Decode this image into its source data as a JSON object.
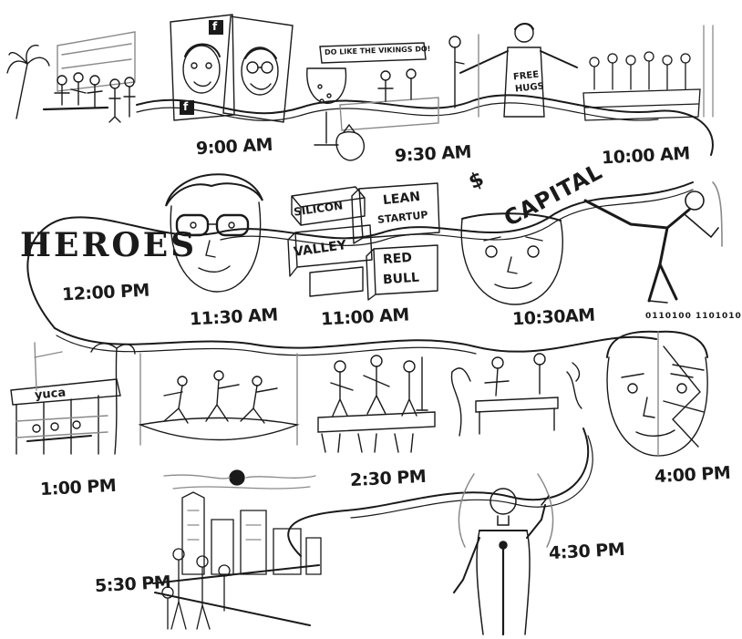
{
  "colors": {
    "ink": "#1a1a1a",
    "paper": "#ffffff",
    "shade": "#8a8a8a"
  },
  "times": {
    "t0900": "9:00 AM",
    "t0930": "9:30 AM",
    "t1000": "10:00 AM",
    "t1030": "10:30AM",
    "t1100": "11:00 AM",
    "t1130": "11:30 AM",
    "t1200": "12:00 PM",
    "t1300": "1:00 PM",
    "t1430": "2:30 PM",
    "t1600": "4:00 PM",
    "t1630": "4:30 PM",
    "t1730": "5:30 PM"
  },
  "signs": {
    "vikings": "DO LIKE THE VIKINGS DO!",
    "free_hugs_1": "FREE",
    "free_hugs_2": "HUGS",
    "facebook_badge": "f",
    "heroes": "HEROES",
    "silicon": "SILICON",
    "valley": "VALLEY",
    "lean": "LEAN",
    "startup": "STARTUP",
    "red": "RED",
    "bull": "BULL",
    "capital": "CAPITAL",
    "idea_glyph": "$",
    "restaurant": "yuca",
    "binary": "0110100 1101010"
  },
  "icons": [
    "palm-tree-icon",
    "band-icon",
    "coffee-cup-icon",
    "wine-glass-icon",
    "strawberry-icon",
    "wind-turbine-icon",
    "karate-kick-icon",
    "moon-icon",
    "microphone-icon",
    "skyline-icon"
  ]
}
